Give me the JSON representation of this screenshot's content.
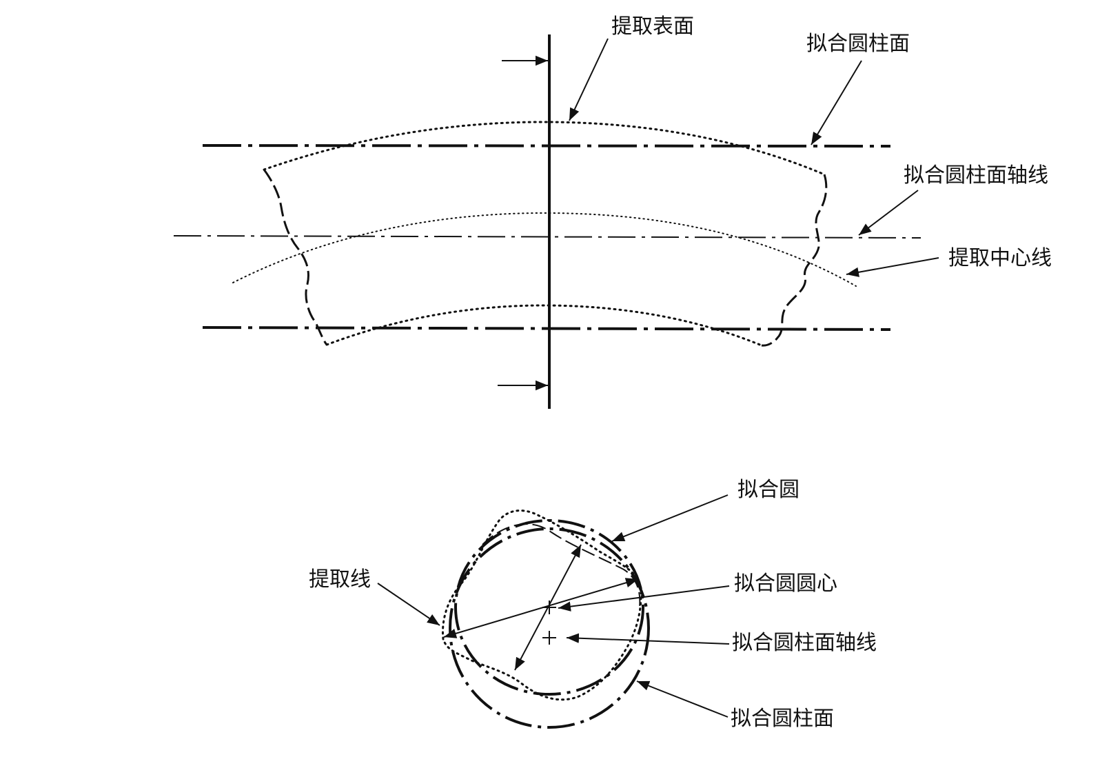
{
  "top_view": {
    "labels": {
      "extracted_surface": "提取表面",
      "fitted_cylinder": "拟合圆柱面",
      "fitted_cylinder_axis": "拟合圆柱面轴线",
      "extracted_centerline": "提取中心线"
    }
  },
  "cross_section": {
    "labels": {
      "fitted_circle": "拟合圆",
      "extracted_line": "提取线",
      "fitted_circle_center": "拟合圆圆心",
      "fitted_cylinder_axis": "拟合圆柱面轴线",
      "fitted_cylinder": "拟合圆柱面"
    }
  },
  "colors": {
    "ink": "#111111",
    "background": "#ffffff"
  }
}
